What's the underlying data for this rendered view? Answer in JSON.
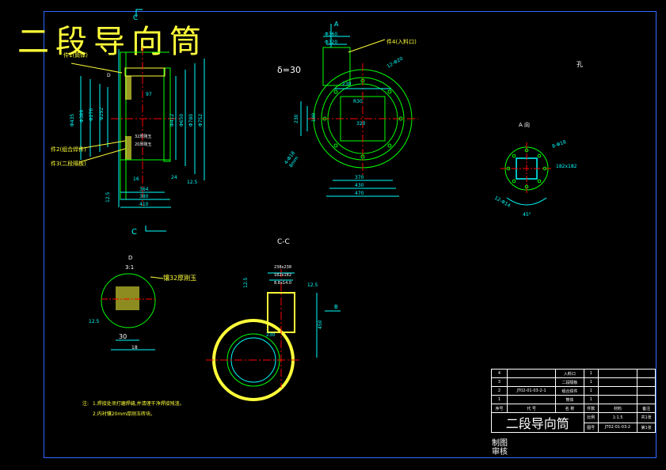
{
  "title": "二段导向筒",
  "section_labels": {
    "c_top": "C",
    "c_bottom": "C",
    "a_arrow": "A",
    "section_cc": "C-C",
    "view_a": "A 向",
    "detail_d": "D",
    "detail_scale": "3:1",
    "hole_roughness": "孔"
  },
  "parts": {
    "part1": "件1(筒体)",
    "part2": "件2(组合焊件)",
    "part3": "件3(二段隔板)",
    "part4": "件4(入料口)"
  },
  "notes": {
    "label": "注:",
    "line1": "1.焊接处须打磨焊缝,并清理干净焊接残渣。",
    "line2": "2.内衬镶20mm厚刚玉砖块。"
  },
  "dims_front": {
    "d1": "Φ435",
    "d2": "Φ389",
    "d3": "Φ270",
    "d4": "Φ292",
    "d5": "Φ412",
    "d6": "Φ650",
    "d7": "Φ780",
    "d8": "Φ752",
    "w1": "364",
    "w2": "380",
    "w3": "410",
    "small1": "97",
    "small2": "16",
    "small3": "24",
    "note1": "32厚刚玉",
    "note2": "20厚刚玉",
    "rough": "12.5",
    "rough2": "12.5"
  },
  "dims_top": {
    "delta": "δ=30",
    "d360": "Φ360",
    "d320": "Φ320",
    "holes": "12-Φ20",
    "w230": "230",
    "w320": "320",
    "w370": "370",
    "w430": "430",
    "w470": "470",
    "h230": "230",
    "h180": "180",
    "r30": "R30",
    "holes2": "4-Φ18",
    "thick": "8mm"
  },
  "dims_a": {
    "holes": "8-Φ18",
    "sq": "182x182",
    "holes2": "12-Φ14",
    "angle": "45°"
  },
  "dims_detail": {
    "v30": "30",
    "v18": "18",
    "rough": "12.5",
    "note": "镶32厚刚玉"
  },
  "dims_cc": {
    "top1": "238x238",
    "top2": "182x182",
    "top3": "8.8x14.0",
    "r230": "230",
    "h450": "450",
    "b": "B",
    "rough": "12.5"
  },
  "title_block": {
    "rows": [
      [
        "4",
        "",
        "入料口",
        "1",
        "",
        ""
      ],
      [
        "3",
        "",
        "二段隔板",
        "1",
        "",
        ""
      ],
      [
        "2",
        "JT02-01-03-2-1",
        "组合焊件",
        "1",
        "",
        ""
      ],
      [
        "1",
        "",
        "筒体",
        "1",
        "",
        ""
      ]
    ],
    "header": [
      "序号",
      "代 号",
      "名 称",
      "件数",
      "材料",
      "备注"
    ],
    "scale_label": "比例",
    "scale_value": "1:1.5",
    "sheets_total": "共1张",
    "drawing_no_label": "图号",
    "drawing_no_value": "JT02-01-03-2",
    "sheet_no": "第1张",
    "designer": "制图",
    "checker": "审核"
  },
  "colors": {
    "frame": "#2f6bff",
    "outline": "#00ff00",
    "dim": "#00ffff",
    "center": "#ff0000",
    "hatch": "#ffff3a",
    "text": "#ffffff"
  }
}
